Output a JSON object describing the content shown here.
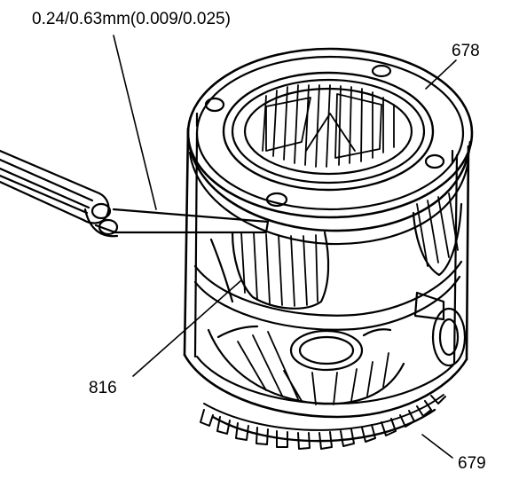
{
  "callouts": {
    "spec": "0.24/0.63mm(0.009/0.025)",
    "part_678": "678",
    "part_816": "816",
    "part_679": "679"
  },
  "colors": {
    "ink": "#000000",
    "paper": "#ffffff"
  }
}
